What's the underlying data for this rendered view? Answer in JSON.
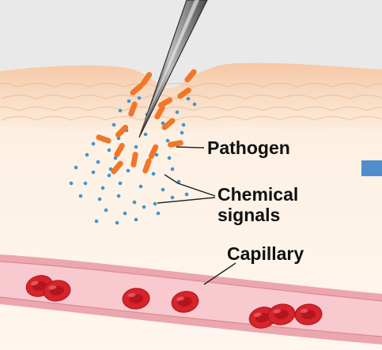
{
  "labels": {
    "pathogen": "Pathogen",
    "chemical_line1": "Chemical",
    "chemical_line2": "signals",
    "capillary": "Capillary"
  },
  "colors": {
    "background": "#e9e9e9",
    "skin": "#f9ddc6",
    "tissue": "#fdf1e4",
    "pathogen": "#f0772a",
    "chemical_signal": "#3d97cf",
    "capillary_wall": "#e9a4ac",
    "capillary_lumen": "#f7c7cc",
    "red_blood_cell": "#d7232b",
    "needle": "#5a5a5a",
    "arrow_marker": "#4f8dcc"
  },
  "icons": [
    "needle-icon",
    "pathogen-icon",
    "chemical-signal-icon",
    "red-blood-cell-icon"
  ]
}
